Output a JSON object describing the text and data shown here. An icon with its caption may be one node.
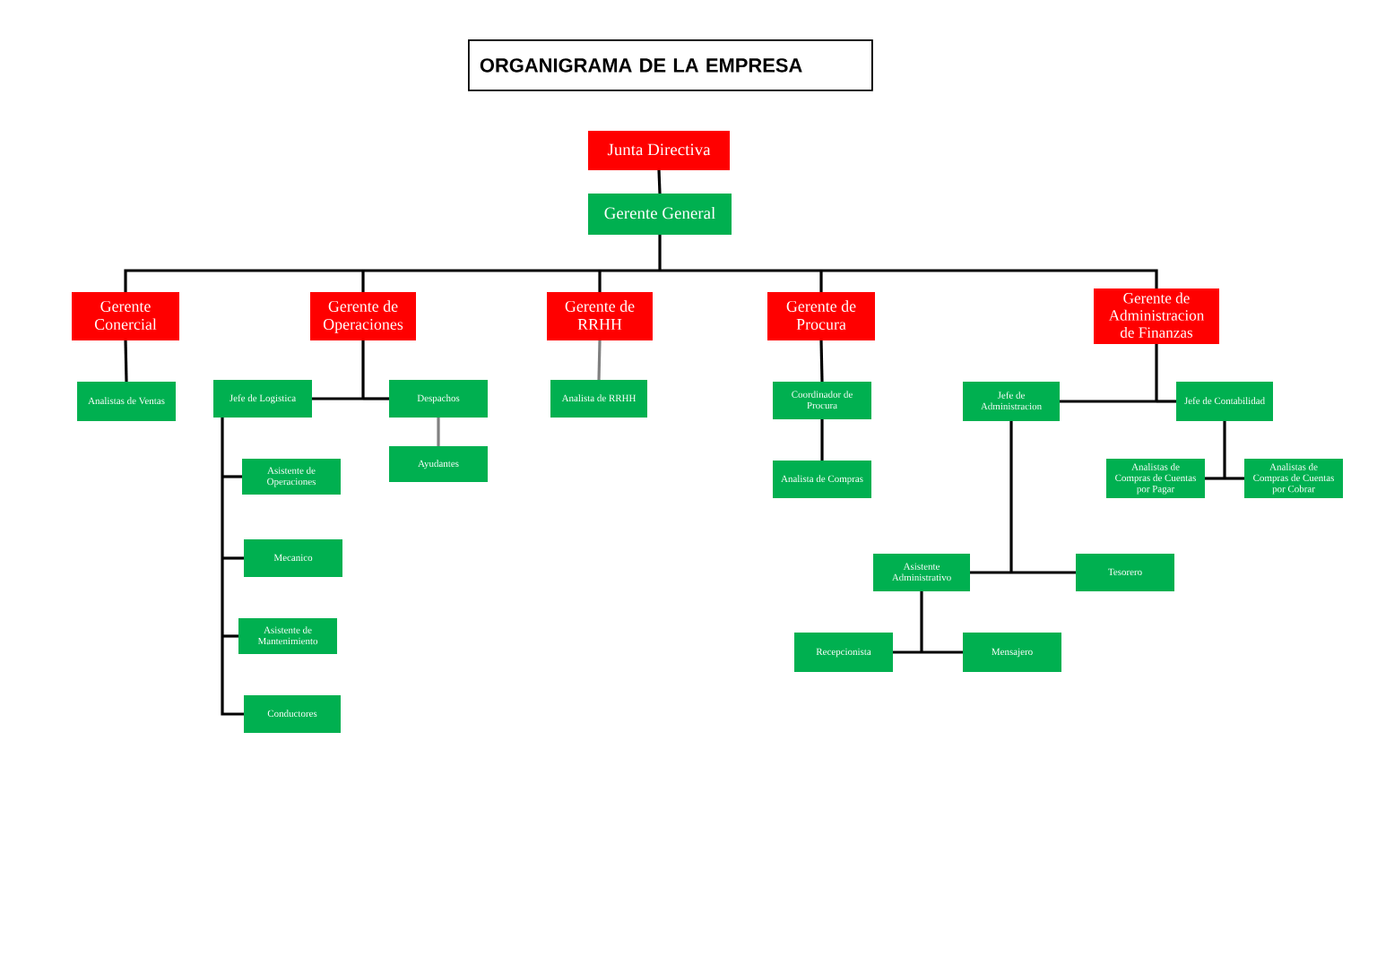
{
  "diagram": {
    "title": "ORGANIGRAMA DE LA EMPRESA",
    "nodes": [
      {
        "text": [
          "Junta Directiva"
        ]
      },
      {
        "text": [
          "Gerente General"
        ]
      },
      {
        "text": [
          "Gerente Conercial"
        ]
      },
      {
        "text": [
          "Gerente de Operaciones"
        ]
      },
      {
        "text": [
          "Gerente de RRHH"
        ]
      },
      {
        "text": [
          "Gerente de Procura"
        ]
      },
      {
        "text": [
          "Gerente de Administracion de Finanzas"
        ]
      },
      {
        "text": [
          "Analistas de Ventas"
        ]
      },
      {
        "text": [
          "Jefe de Logistica"
        ]
      },
      {
        "text": [
          "Despachos"
        ]
      },
      {
        "text": [
          "Ayudantes"
        ]
      },
      {
        "text": [
          "Asistente de Operaciones"
        ]
      },
      {
        "text": [
          "Mecanico"
        ]
      },
      {
        "text": [
          "Asistente de Mantenimiento"
        ]
      },
      {
        "text": [
          "Conductores"
        ]
      },
      {
        "text": [
          "Analista de RRHH"
        ]
      },
      {
        "text": [
          "Coordinador de Procura"
        ]
      },
      {
        "text": [
          "Analista de Compras"
        ]
      },
      {
        "text": [
          "Jefe de Administracion"
        ]
      },
      {
        "text": [
          "Jefe de Contabilidad"
        ]
      },
      {
        "text": [
          "Analistas de Compras de Cuentas por Pagar"
        ]
      },
      {
        "text": [
          "Analistas de Compras de Cuentas por Cobrar"
        ]
      },
      {
        "text": [
          "Asistente Administrativo"
        ]
      },
      {
        "text": [
          "Tesorero"
        ]
      },
      {
        "text": [
          "Recepcionista"
        ]
      },
      {
        "text": [
          "Mensajero"
        ]
      }
    ],
    "edges": [
      {
        "from": 0,
        "to": 1,
        "arrow": "none"
      },
      {
        "from": 1,
        "to": 2,
        "arrow": "none"
      },
      {
        "from": 1,
        "to": 3,
        "arrow": "none"
      },
      {
        "from": 1,
        "to": 4,
        "arrow": "none"
      },
      {
        "from": 1,
        "to": 5,
        "arrow": "none"
      },
      {
        "from": 1,
        "to": 6,
        "arrow": "none"
      },
      {
        "from": 2,
        "to": 7,
        "arrow": "none"
      },
      {
        "from": 3,
        "to": 8,
        "arrow": "none"
      },
      {
        "from": 3,
        "to": 9,
        "arrow": "none"
      },
      {
        "from": 9,
        "to": 10,
        "arrow": "none",
        "color": "#808080"
      },
      {
        "from": 8,
        "to": 11,
        "arrow": "none"
      },
      {
        "from": 8,
        "to": 12,
        "arrow": "none"
      },
      {
        "from": 8,
        "to": 13,
        "arrow": "none"
      },
      {
        "from": 8,
        "to": 14,
        "arrow": "none"
      },
      {
        "from": 4,
        "to": 15,
        "arrow": "none",
        "color": "#808080"
      },
      {
        "from": 5,
        "to": 16,
        "arrow": "none"
      },
      {
        "from": 16,
        "to": 17,
        "arrow": "none"
      },
      {
        "from": 6,
        "to": 18,
        "arrow": "none"
      },
      {
        "from": 6,
        "to": 19,
        "arrow": "none"
      },
      {
        "from": 19,
        "to": 20,
        "arrow": "none"
      },
      {
        "from": 19,
        "to": 21,
        "arrow": "none"
      },
      {
        "from": 18,
        "to": 22,
        "arrow": "none"
      },
      {
        "from": 18,
        "to": 23,
        "arrow": "none"
      },
      {
        "from": 22,
        "to": 24,
        "arrow": "none"
      },
      {
        "from": 22,
        "to": 25,
        "arrow": "none"
      }
    ]
  }
}
